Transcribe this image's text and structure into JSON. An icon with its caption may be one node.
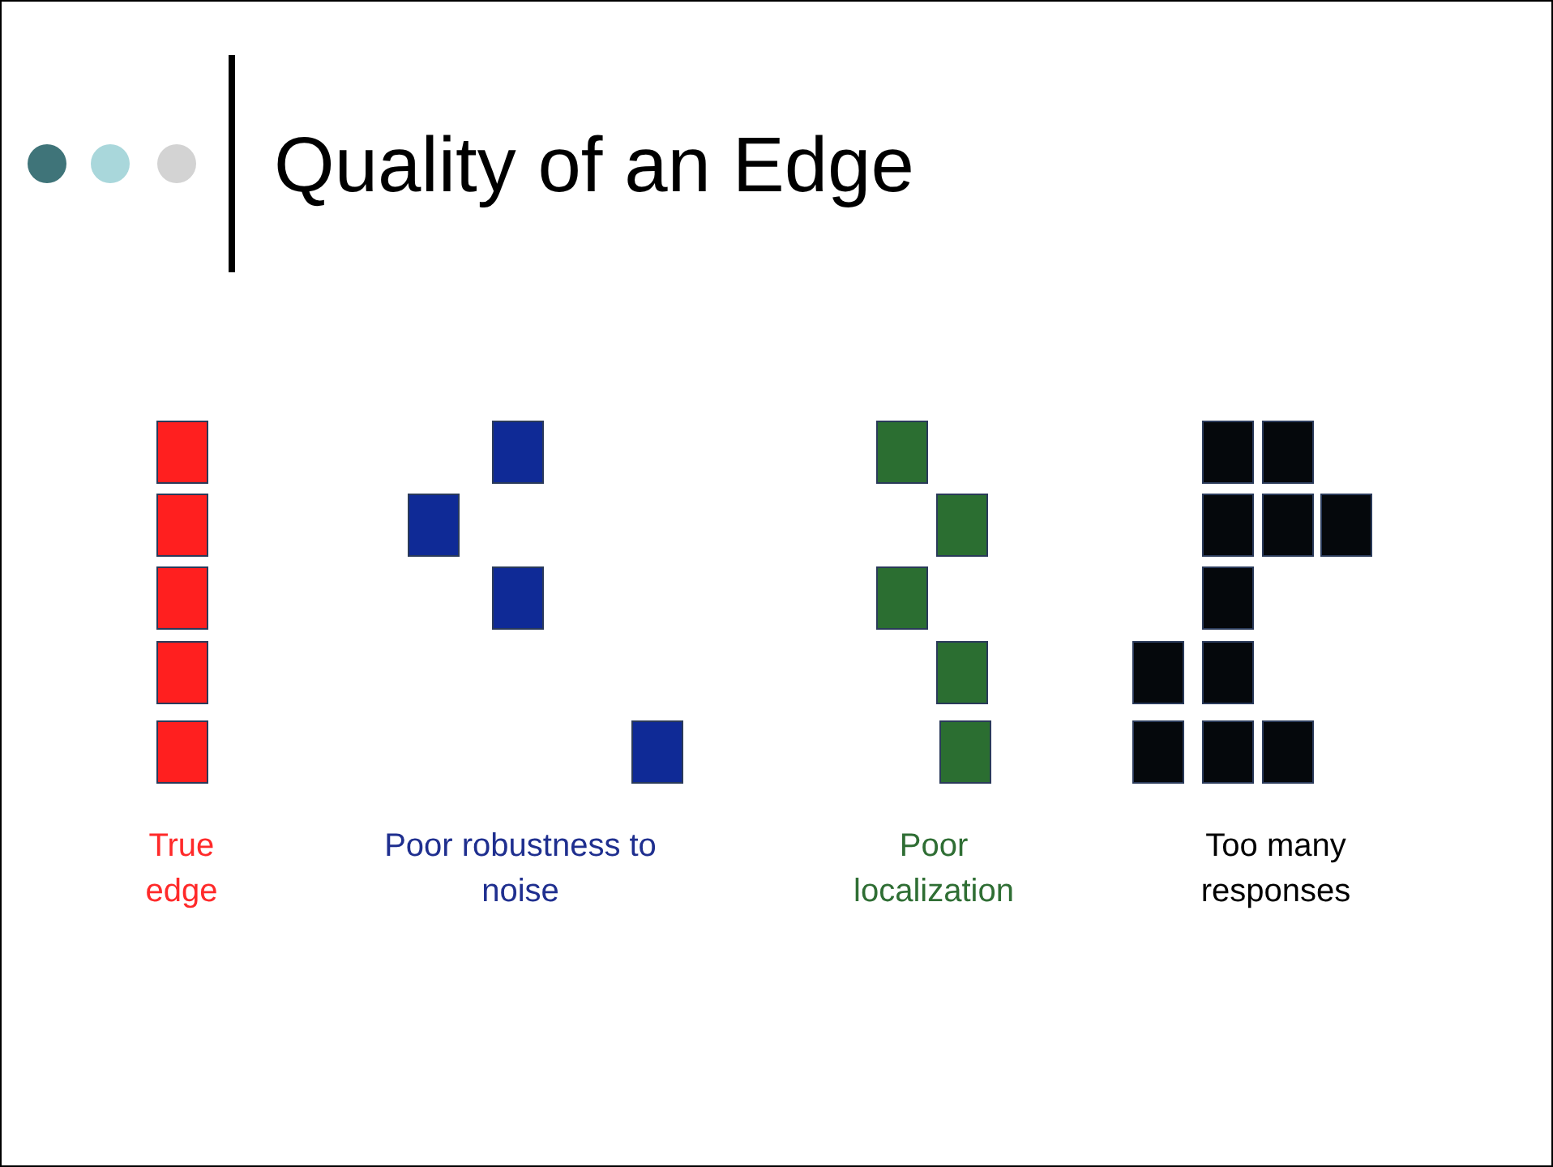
{
  "diagram": {
    "title": "Quality of an Edge",
    "labels": [
      "True edge",
      "Poor robustness to noise",
      "Poor localization",
      "Too many responses"
    ]
  }
}
